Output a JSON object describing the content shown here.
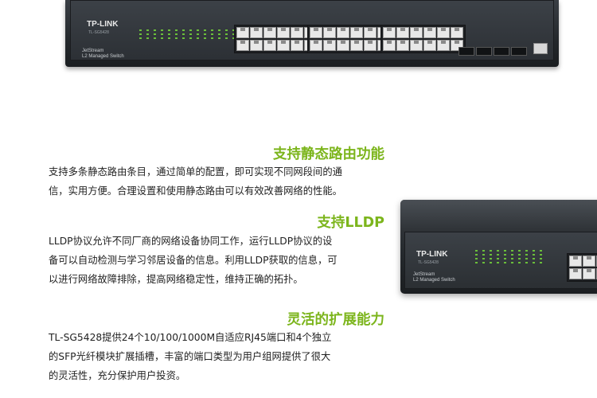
{
  "devices": {
    "top": {
      "brand": "TP-LINK",
      "model": "TL-SG5428",
      "series_line1": "JetStream",
      "series_line2": "L2 Managed Switch"
    },
    "side": {
      "brand": "TP-LINK",
      "model": "TL-SG5428",
      "series_line1": "JetStream",
      "series_line2": "L2 Managed Switch"
    }
  },
  "sections": [
    {
      "title": "支持静态路由功能",
      "lines": [
        "支持多条静态路由条目，通过简单的配置，即可实现不同网段间的通",
        "信，实用方便。合理设置和使用静态路由可以有效改善网络的性能。"
      ]
    },
    {
      "title": "支持LLDP",
      "lines": [
        "LLDP协议允许不同厂商的网络设备协同工作，运行LLDP协议的设",
        "备可以自动检测与学习邻居设备的信息。利用LLDP获取的信息，可",
        "以进行网络故障排除，提高网络稳定性，维持正确的拓扑。"
      ]
    },
    {
      "title": "灵活的扩展能力",
      "lines": [
        "TL-SG5428提供24个10/100/1000M自适应RJ45端口和4个独立",
        "的SFP光纤模块扩展插槽，丰富的端口类型为用户组网提供了很大",
        "的灵活性，充分保护用户投资。"
      ]
    }
  ]
}
